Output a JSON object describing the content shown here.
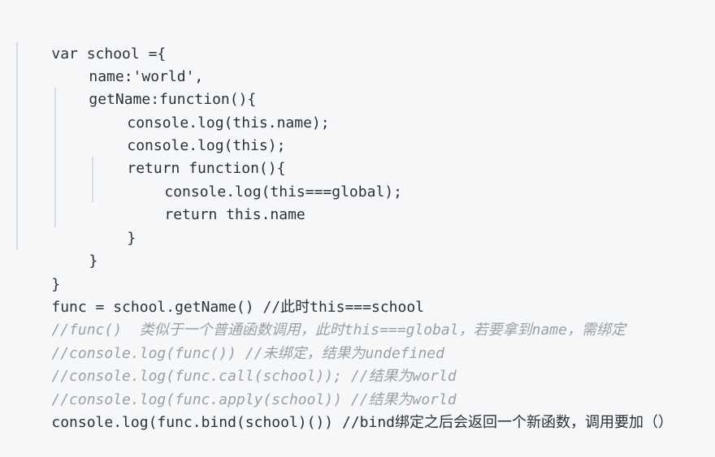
{
  "code_lines": [
    {
      "l": "var school ={"
    },
    {
      "l": "name:'world',"
    },
    {
      "l": "getName:function(){"
    },
    {
      "l": "console.log(this.name);"
    },
    {
      "l": "console.log(this);"
    },
    {
      "l": "return function(){"
    },
    {
      "l": "console.log(this===global);"
    },
    {
      "l": "return this.name"
    },
    {
      "l": "}"
    },
    {
      "l": "}"
    },
    {
      "l": "}"
    },
    {
      "l": "func = school.getName() //此时this===school"
    },
    {
      "l": "//func()  类似于一个普通函数调用，此时this===global，若要拿到name，需绑定"
    },
    {
      "l": "//console.log(func()) //未绑定，结果为undefined"
    },
    {
      "l": "//console.log(func.call(school)); //结果为world"
    },
    {
      "l": "//console.log(func.apply(school)) //结果为world"
    },
    {
      "l": "console.log(func.bind(school)()) //bind绑定之后会返回一个新函数，调用要加（）"
    }
  ]
}
